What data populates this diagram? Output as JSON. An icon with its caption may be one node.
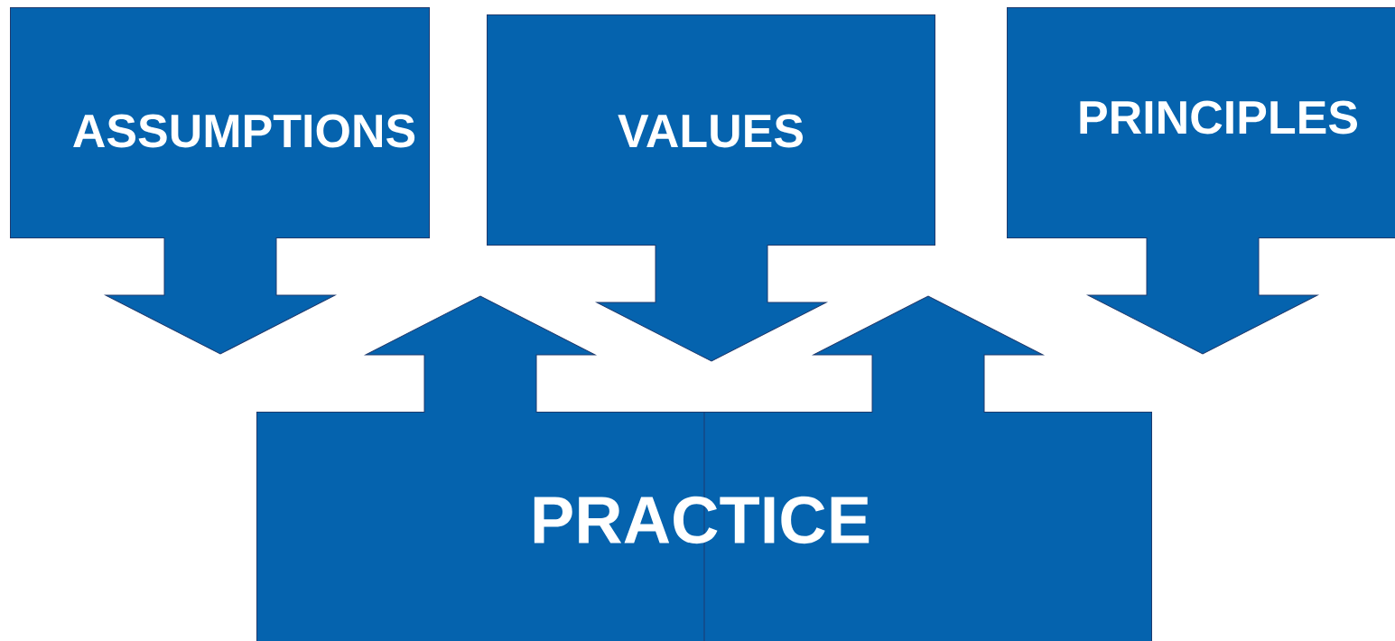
{
  "diagram": {
    "nodes": [
      {
        "text": [
          "ASSUMPTIONS"
        ]
      },
      {
        "text": [
          "VALUES"
        ]
      },
      {
        "text": [
          "PRINCIPLES"
        ]
      },
      {
        "text": [
          "PRACTICE"
        ]
      }
    ]
  }
}
